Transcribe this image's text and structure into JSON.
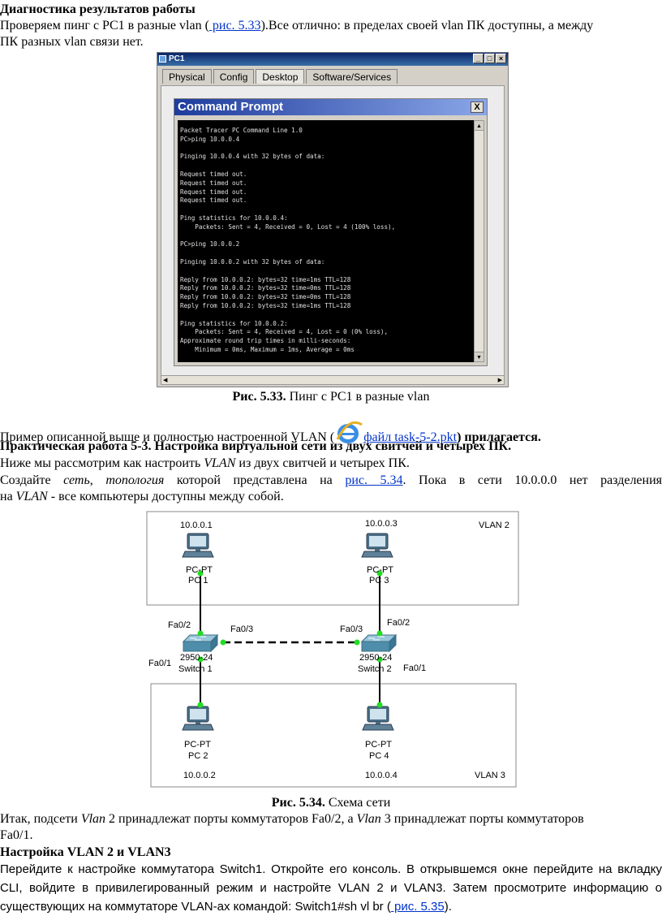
{
  "doc": {
    "h1": "Диагностика результатов работы",
    "p1_a": "Проверяем пинг с PC1 в разные vlan (",
    "p1_link": " рис. 5.33",
    "p1_b": ").Все отлично: в пределах своей vlan ПК доступны, а между",
    "p1_line2": "ПК разных vlan связи нет.",
    "cap1_bold": "Рис. 5.33.",
    "cap1_text": " Пинг с PC1 в разные vlan",
    "p2_a": "Пример описанной выше и полностью настроенной VLAN (",
    "p2_link": "файл task-5-2.pkt",
    "p2_b": ") прилагается.",
    "h2": "Практическая работа 5-3. Настройка виртуальной сети из двух свитчей и четырех ПК.",
    "p3_a": "Ниже мы рассмотрим как настроить ",
    "p3_i": "VLAN",
    "p3_b": " из двух свитчей и четырех ПК.",
    "p4_a": "Создайте ",
    "p4_i1": "сеть",
    "p4_c": ", ",
    "p4_i2": "топология",
    "p4_d": " которой представлена на ",
    "p4_link": "рис. 5.34",
    "p4_e": ". Пока в сети 10.0.0.0 нет разделения",
    "p5_a": "на ",
    "p5_i": "VLAN",
    "p5_b": " - все компьютеры доступны между собой.",
    "cap2_bold": "Рис. 5.34.",
    "cap2_text": " Схема сети",
    "p6_a": "Итак, подсети ",
    "p6_i1": "Vlan",
    "p6_b": " 2 принадлежат порты коммутаторов Fa0/2, а ",
    "p6_i2": "Vlan",
    "p6_c": " 3 принадлежат порты коммутаторов",
    "p6_line2": "Fa0/1.",
    "h3": "Настройка VLAN 2 и VLAN3",
    "p7_line1": "Перейдите к настройке коммутатора Switch1. Откройте его консоль. В открывшемся окне перейдите на вкладку",
    "p7_line2": "CLI, войдите в привилегированный режим и настройте VLAN 2 и VLAN3. Затем просмотрите информацию о",
    "p7_line3a": "существующих на коммутаторе VLAN-ах командой: Switch1#sh vl br (",
    "p7_link": " рис. 5.35",
    "p7_line3b": ")."
  },
  "pc_window": {
    "title": "PC1",
    "tabs": [
      "Physical",
      "Config",
      "Desktop",
      "Software/Services"
    ],
    "cmd_title": "Command Prompt",
    "close": "X",
    "console_lines": [
      "Packet Tracer PC Command Line 1.0",
      "PC>ping 10.0.0.4",
      "",
      "Pinging 10.0.0.4 with 32 bytes of data:",
      "",
      "Request timed out.",
      "Request timed out.",
      "Request timed out.",
      "Request timed out.",
      "",
      "Ping statistics for 10.0.0.4:",
      "    Packets: Sent = 4, Received = 0, Lost = 4 (100% loss),",
      "",
      "PC>ping 10.0.0.2",
      "",
      "Pinging 10.0.0.2 with 32 bytes of data:",
      "",
      "Reply from 10.0.0.2: bytes=32 time=1ms TTL=128",
      "Reply from 10.0.0.2: bytes=32 time=0ms TTL=128",
      "Reply from 10.0.0.2: bytes=32 time=0ms TTL=128",
      "Reply from 10.0.0.2: bytes=32 time=1ms TTL=128",
      "",
      "Ping statistics for 10.0.0.2:",
      "    Packets: Sent = 4, Received = 4, Lost = 0 (0% loss),",
      "Approximate round trip times in milli-seconds:",
      "    Minimum = 0ms, Maximum = 1ms, Average = 0ms"
    ]
  },
  "diagram": {
    "vlan2": "VLAN 2",
    "vlan3": "VLAN 3",
    "pc1_ip": "10.0.0.1",
    "pc1_type": "PC-PT",
    "pc1_name": "PC 1",
    "pc3_ip": "10.0.0.3",
    "pc3_type": "PC-PT",
    "pc3_name": "PC 3",
    "pc2_ip": "10.0.0.2",
    "pc2_type": "PC-PT",
    "pc2_name": "PC 2",
    "pc4_ip": "10.0.0.4",
    "pc4_type": "PC-PT",
    "pc4_name": "PC 4",
    "sw1_model": "2950-24",
    "sw1_name": "Switch 1",
    "sw2_model": "2950-24",
    "sw2_name": "Switch 2",
    "sw1_fa02": "Fa0/2",
    "sw1_fa03": "Fa0/3",
    "sw1_fa01": "Fa0/1",
    "sw2_fa03": "Fa0/3",
    "sw2_fa02": "Fa0/2",
    "sw2_fa01": "Fa0/1"
  },
  "colors": {
    "link": "#0033cc",
    "port_up": "#22dd22"
  }
}
